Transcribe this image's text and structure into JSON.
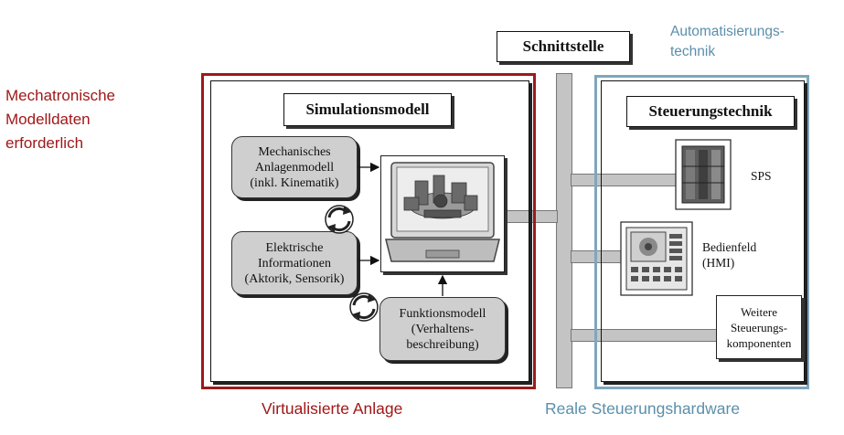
{
  "left_note": "Mechatronische\nModelldaten\nerforderlich",
  "interface_label": "Schnittstelle",
  "automation_note": "Automatisierungs-\ntechnik",
  "simulation": {
    "title": "Simulationsmodell",
    "mech_model": "Mechanisches\nAnlagenmodell\n(inkl. Kinematik)",
    "elec_info": "Elektrische\nInformationen\n(Aktorik, Sensorik)",
    "func_model": "Funktionsmodell\n(Verhaltens-\nbeschreibung)"
  },
  "control": {
    "title": "Steuerungstechnik",
    "sps": "SPS",
    "hmi": "Bedienfeld\n(HMI)",
    "further": "Weitere\nSteuerungs-\nkomponenten"
  },
  "virtual_label": "Virtualisierte Anlage",
  "real_label": "Reale Steuerungshardware",
  "colors": {
    "virtual": "#a01818",
    "real": "#6a9ab5",
    "bus": "#c4c4c4"
  }
}
